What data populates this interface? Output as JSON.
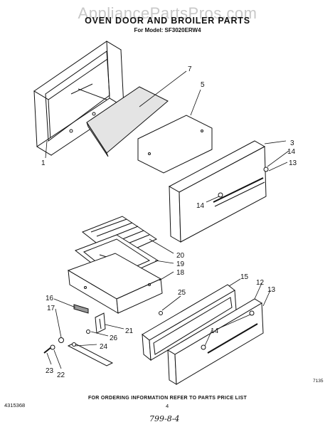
{
  "header": {
    "watermark": "AppliancePartsPros.com",
    "title": "OVEN DOOR AND BROILER PARTS",
    "model": "For Model: SF3020ERW4"
  },
  "callouts": {
    "c1": "1",
    "c3": "3",
    "c5": "5",
    "c7": "7",
    "c12": "12",
    "c13a": "13",
    "c13b": "13",
    "c14a": "14",
    "c14b": "14",
    "c14c": "14",
    "c15": "15",
    "c16": "16",
    "c17": "17",
    "c18": "18",
    "c19": "19",
    "c20": "20",
    "c21": "21",
    "c22": "22",
    "c23": "23",
    "c24": "24",
    "c25": "25",
    "c26": "26"
  },
  "footer": {
    "ordering_note": "FOR ORDERING INFORMATION REFER TO PARTS PRICE LIST",
    "doc_number": "4315368",
    "page_number": "4",
    "handwritten": "799-8-4",
    "drawing_code": "7135"
  }
}
